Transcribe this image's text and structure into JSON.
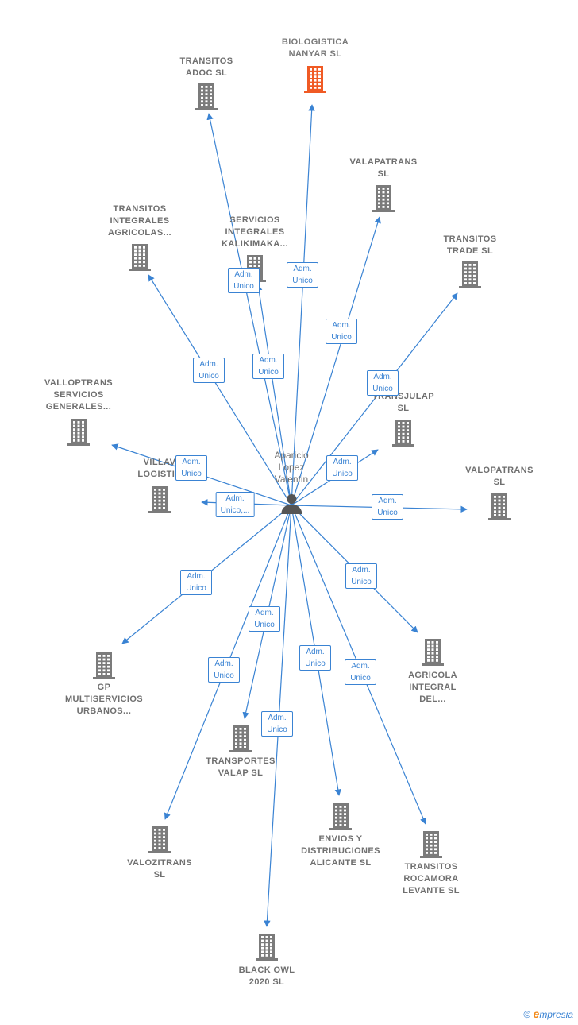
{
  "colors": {
    "edge": "#3a83d3",
    "company_icon": "#7b7b7b",
    "highlight_icon": "#f05a24",
    "person_icon": "#555555",
    "label_text": "#6f6f6f"
  },
  "center": {
    "id": "person",
    "label": "Aparicio\nLopez\nValentin",
    "icon": "person-icon"
  },
  "companies": [
    {
      "id": "biologistica",
      "label": "BIOLOGISTICA\nNANYAR  SL",
      "highlight": true,
      "icon": "building-icon"
    },
    {
      "id": "transitos-adoc",
      "label": "TRANSITOS\nADOC  SL",
      "icon": "building-icon"
    },
    {
      "id": "valapatrans",
      "label": "VALAPATRANS\nSL",
      "icon": "building-icon"
    },
    {
      "id": "transitos-trade",
      "label": "TRANSITOS\nTRADE  SL",
      "icon": "building-icon"
    },
    {
      "id": "transitos-integrales",
      "label": "TRANSITOS\nINTEGRALES\nAGRICOLAS...",
      "icon": "building-icon"
    },
    {
      "id": "servicios-integrales",
      "label": "SERVICIOS\nINTEGRALES\nKALIKIMAKA...",
      "icon": "building-icon"
    },
    {
      "id": "valloptrans",
      "label": "VALLOPTRANS\nSERVICIOS\nGENERALES...",
      "icon": "building-icon"
    },
    {
      "id": "transjulap",
      "label": "TRANSJULAP\nSL",
      "icon": "building-icon"
    },
    {
      "id": "villav",
      "label": "VILLAV\nLOGISTIC",
      "icon": "building-icon"
    },
    {
      "id": "valopatrans",
      "label": "VALOPATRANS\nSL",
      "icon": "building-icon"
    },
    {
      "id": "gp-multiservicios",
      "label": "GP\nMULTISERVICIOS\nURBANOS...",
      "icon": "building-icon"
    },
    {
      "id": "agricola-integral",
      "label": "AGRICOLA\nINTEGRAL\nDEL...",
      "icon": "building-icon"
    },
    {
      "id": "transportes-valap",
      "label": "TRANSPORTES\nVALAP SL",
      "icon": "building-icon"
    },
    {
      "id": "valozitrans",
      "label": "VALOZITRANS\nSL",
      "icon": "building-icon"
    },
    {
      "id": "envios",
      "label": "ENVIOS Y\nDISTRIBUCIONES\nALICANTE SL",
      "icon": "building-icon"
    },
    {
      "id": "transitos-rocamora",
      "label": "TRANSITOS\nROCAMORA\nLEVANTE SL",
      "icon": "building-icon"
    },
    {
      "id": "black-owl",
      "label": "BLACK OWL\n2020  SL",
      "icon": "building-icon"
    }
  ],
  "edges": [
    {
      "target": "biologistica",
      "label": "Adm.\nUnico"
    },
    {
      "target": "transitos-adoc",
      "label": "Adm.\nUnico"
    },
    {
      "target": "valapatrans",
      "label": "Adm.\nUnico"
    },
    {
      "target": "transitos-trade",
      "label": "Adm.\nUnico"
    },
    {
      "target": "transitos-integrales",
      "label": "Adm.\nUnico"
    },
    {
      "target": "servicios-integrales",
      "label": "Adm.\nUnico"
    },
    {
      "target": "valloptrans",
      "label": "Adm.\nUnico"
    },
    {
      "target": "transjulap",
      "label": "Adm.\nUnico"
    },
    {
      "target": "villav",
      "label": "Adm.\nUnico,..."
    },
    {
      "target": "valopatrans",
      "label": "Adm.\nUnico"
    },
    {
      "target": "gp-multiservicios",
      "label": "Adm.\nUnico"
    },
    {
      "target": "agricola-integral",
      "label": "Adm.\nUnico"
    },
    {
      "target": "transportes-valap",
      "label": "Adm.\nUnico"
    },
    {
      "target": "valozitrans",
      "label": "Adm.\nUnico"
    },
    {
      "target": "envios",
      "label": "Adm.\nUnico"
    },
    {
      "target": "transitos-rocamora",
      "label": "Adm.\nUnico"
    },
    {
      "target": "black-owl",
      "label": "Adm.\nUnico"
    }
  ],
  "footer": {
    "copyright": "©",
    "brand_initial": "e",
    "brand_rest": "mpresia"
  }
}
